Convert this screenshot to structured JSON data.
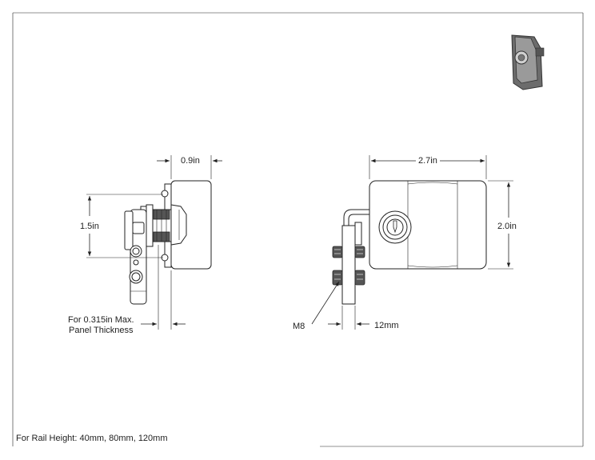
{
  "dimensions": {
    "side_depth": "0.9in",
    "side_height": "1.5in",
    "front_width": "2.7in",
    "front_height": "2.0in",
    "bolt_size": "M8",
    "rail_offset": "12mm"
  },
  "notes": {
    "panel_line1": "For 0.315in Max.",
    "panel_line2": "Panel Thickness",
    "rail_height": "For Rail Height: 40mm, 80mm, 120mm"
  },
  "thumbnail": {
    "icon": "cam-lock-thumbnail-icon"
  }
}
